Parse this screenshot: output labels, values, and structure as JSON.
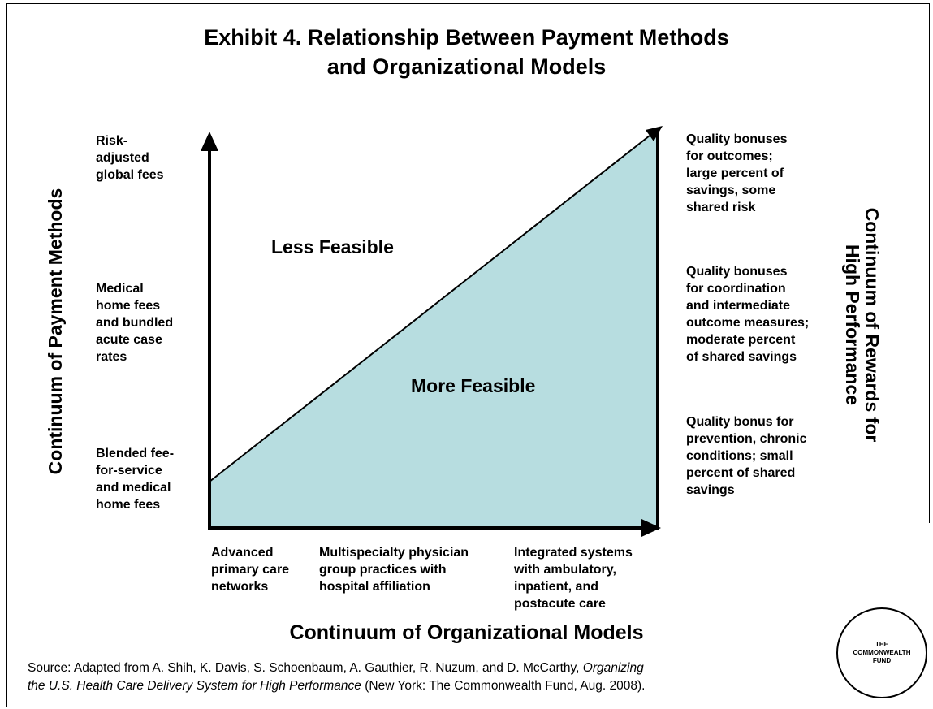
{
  "title": {
    "line1": "Exhibit 4. Relationship Between Payment Methods",
    "line2": "and Organizational Models"
  },
  "y_axis_title": "Continuum of Payment Methods",
  "right_axis_title": {
    "line1": "Continuum of Rewards for",
    "line2": "High Performance"
  },
  "x_axis_title": "Continuum of Organizational Models",
  "payment_methods": [
    "Risk-\nadjusted\nglobal fees",
    "Medical\nhome fees\nand bundled\nacute case\nrates",
    "Blended fee-\nfor-service\nand medical\nhome fees"
  ],
  "rewards": [
    "Quality bonuses\nfor outcomes;\nlarge percent of\nsavings, some\nshared risk",
    "Quality bonuses\nfor coordination\nand intermediate\noutcome measures;\nmoderate percent\nof shared savings",
    "Quality bonus for\nprevention, chronic\nconditions; small\npercent of shared\nsavings"
  ],
  "org_models": [
    "Advanced\nprimary care\nnetworks",
    "Multispecialty physician\ngroup practices with\nhospital affiliation",
    "Integrated systems\nwith ambulatory,\ninpatient, and\npostacute care"
  ],
  "zones": {
    "less": "Less Feasible",
    "more": "More Feasible"
  },
  "colors": {
    "feasible_fill": "#b7dde0",
    "axis": "#000000"
  },
  "source": {
    "prefix": "Source: Adapted from A. Shih, K. Davis, S. Schoenbaum, A. Gauthier, R. Nuzum, and D. McCarthy, ",
    "italic1": "Organizing",
    "italic2": "the U.S. Health Care Delivery System for High Performance",
    "suffix": " (New York: The Commonwealth Fund, Aug. 2008)."
  },
  "logo": {
    "line1": "THE",
    "line2": "COMMONWEALTH",
    "line3": "FUND"
  }
}
